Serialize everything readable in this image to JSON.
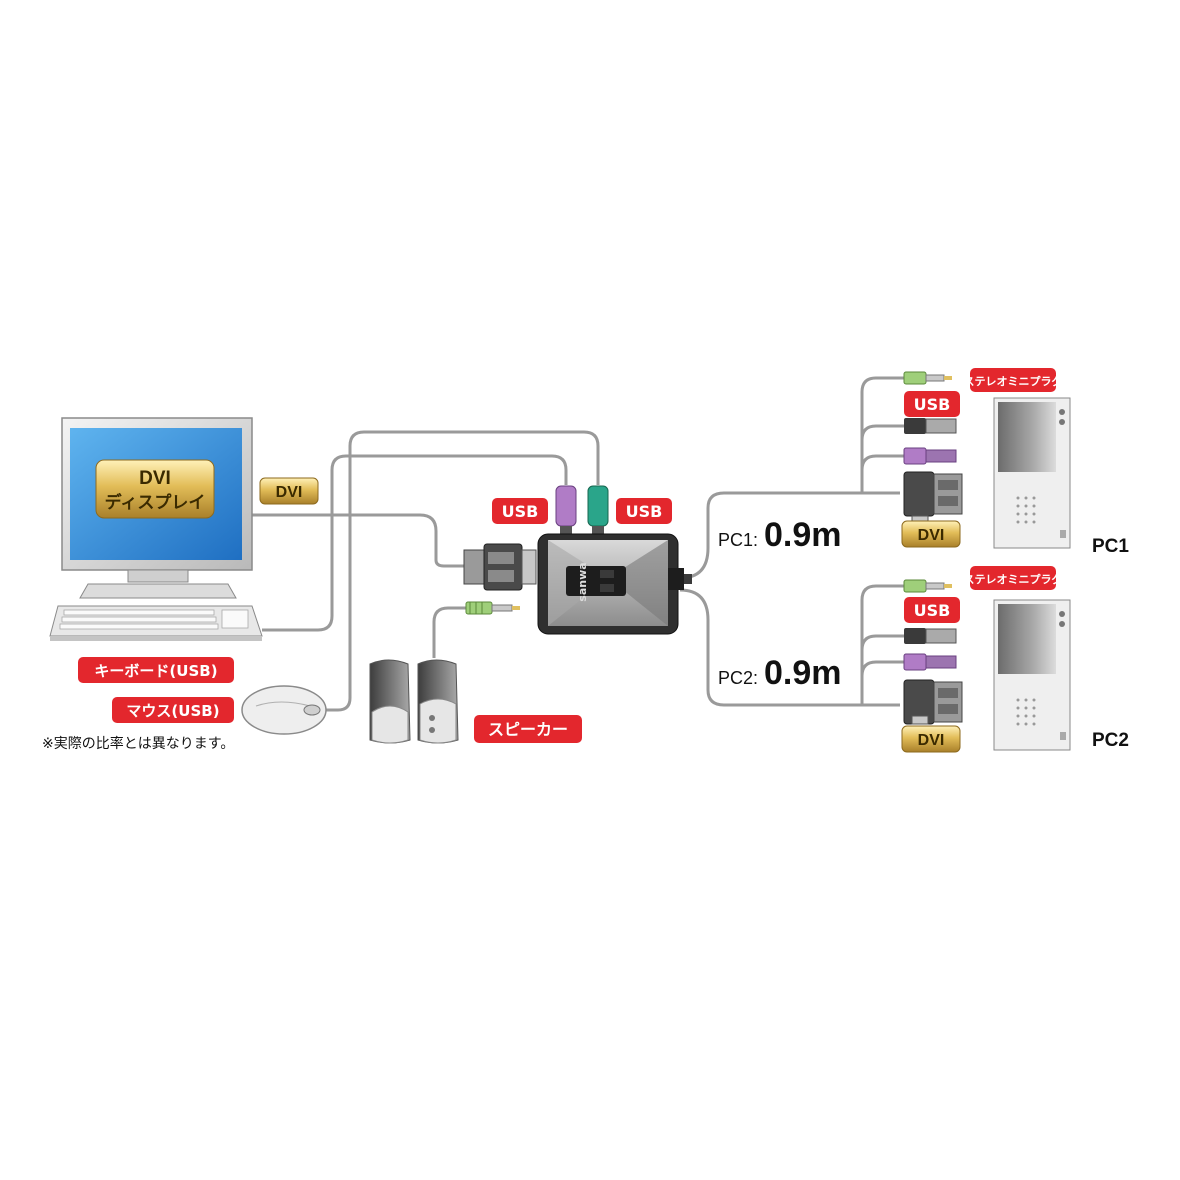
{
  "monitor": {
    "screen_label_line1": "DVI",
    "screen_label_line2": "ディスプレイ"
  },
  "labels": {
    "dvi_monitor": "DVI",
    "keyboard": "キーボード(USB)",
    "mouse": "マウス(USB)",
    "note": "※実際の比率とは異なります。",
    "speaker": "スピーカー",
    "usb_left": "USB",
    "usb_right": "USB"
  },
  "switch": {
    "brand": "sanwa"
  },
  "pc1": {
    "name": "PC1",
    "cable_prefix": "PC1:",
    "cable_length": "0.9m",
    "stereo_plug": "ステレオミニプラグ",
    "usb": "USB",
    "dvi": "DVI"
  },
  "pc2": {
    "name": "PC2",
    "cable_prefix": "PC2:",
    "cable_length": "0.9m",
    "stereo_plug": "ステレオミニプラグ",
    "usb": "USB",
    "dvi": "DVI"
  },
  "colors": {
    "red_label": "#e3272d",
    "gold_label": "#d9b347",
    "ps2_purple": "#b07cc6",
    "ps2_green": "#2aa58a",
    "screen_blue": "#2f86d6",
    "audio_green": "#9fcf7a"
  }
}
